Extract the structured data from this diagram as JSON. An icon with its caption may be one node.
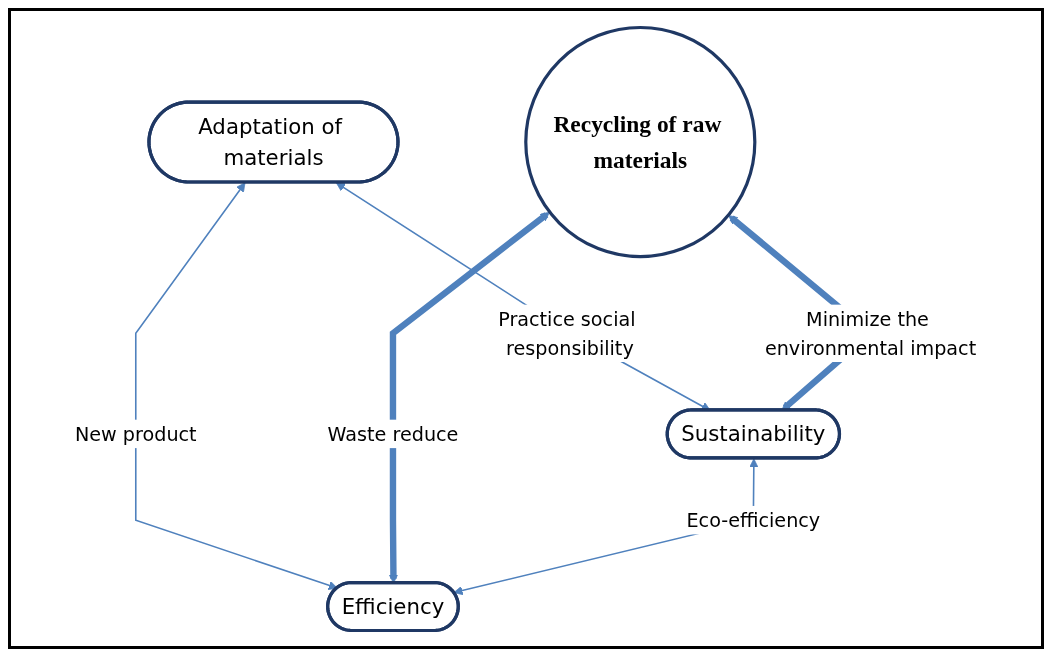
{
  "diagram": {
    "nodes": [
      {
        "text": [
          "Adaptation of materials"
        ]
      },
      {
        "text": [
          "Recycling of raw materials"
        ]
      },
      {
        "text": [
          "Sustainability"
        ]
      },
      {
        "text": [
          "Efficiency"
        ]
      }
    ],
    "edges": [
      {
        "from": 0,
        "to": 2,
        "arrow": "both",
        "label": "Practice social responsibility"
      },
      {
        "from": 0,
        "to": 3,
        "arrow": "both",
        "label": "New product"
      },
      {
        "from": 1,
        "to": 2,
        "arrow": "both",
        "label": "Minimize the environmental impact",
        "style": "thick"
      },
      {
        "from": 1,
        "to": 3,
        "arrow": "both",
        "label": "Waste reduce",
        "style": "thick"
      },
      {
        "from": 2,
        "to": 3,
        "arrow": "both",
        "label": "Eco-efficiency"
      }
    ]
  }
}
